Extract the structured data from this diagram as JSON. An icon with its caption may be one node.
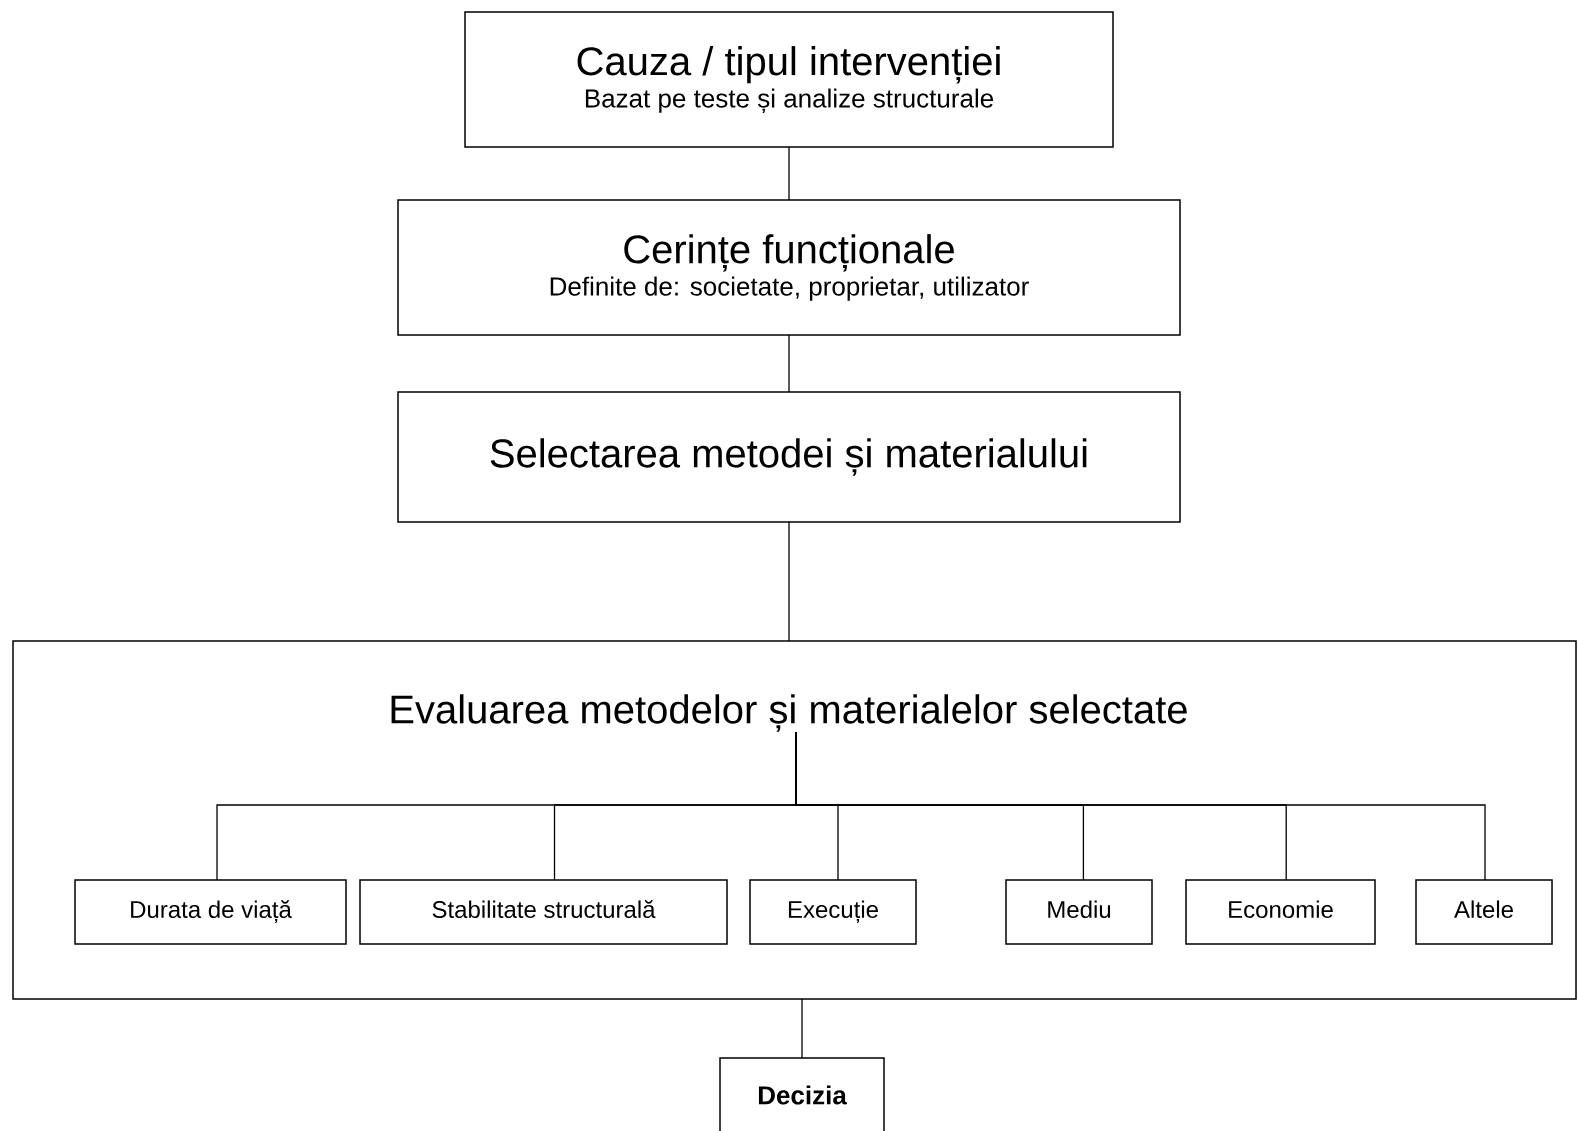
{
  "diagram": {
    "nodes": [
      {
        "text": [
          "Cauza / tipul intervenției",
          "Bazat pe teste și analize structurale"
        ]
      },
      {
        "text": [
          "Cerințe funcționale",
          "Definite de: societate, proprietar, utilizator"
        ]
      },
      {
        "text": [
          "Selectarea metodei și materialului"
        ]
      },
      {
        "text": [
          "Evaluarea metodelor și materialelor selectate"
        ]
      },
      {
        "text": [
          "Durata de viață"
        ],
        "in": 3
      },
      {
        "text": [
          "Stabilitate structurală"
        ],
        "in": 3
      },
      {
        "text": [
          "Execuție"
        ],
        "in": 3
      },
      {
        "text": [
          "Mediu"
        ],
        "in": 3
      },
      {
        "text": [
          "Economie"
        ],
        "in": 3
      },
      {
        "text": [
          "Altele"
        ],
        "in": 3
      },
      {
        "text": [
          "Decizia"
        ]
      }
    ],
    "edges": [
      {
        "from": 0,
        "to": 1,
        "arrow": "none"
      },
      {
        "from": 1,
        "to": 2,
        "arrow": "none"
      },
      {
        "from": 2,
        "to": 3,
        "arrow": "none"
      },
      {
        "from": 3,
        "to": 4,
        "arrow": "none"
      },
      {
        "from": 3,
        "to": 5,
        "arrow": "none"
      },
      {
        "from": 3,
        "to": 6,
        "arrow": "none"
      },
      {
        "from": 3,
        "to": 7,
        "arrow": "none"
      },
      {
        "from": 3,
        "to": 8,
        "arrow": "none"
      },
      {
        "from": 3,
        "to": 9,
        "arrow": "none"
      },
      {
        "from": 3,
        "to": 10,
        "arrow": "none"
      }
    ]
  }
}
